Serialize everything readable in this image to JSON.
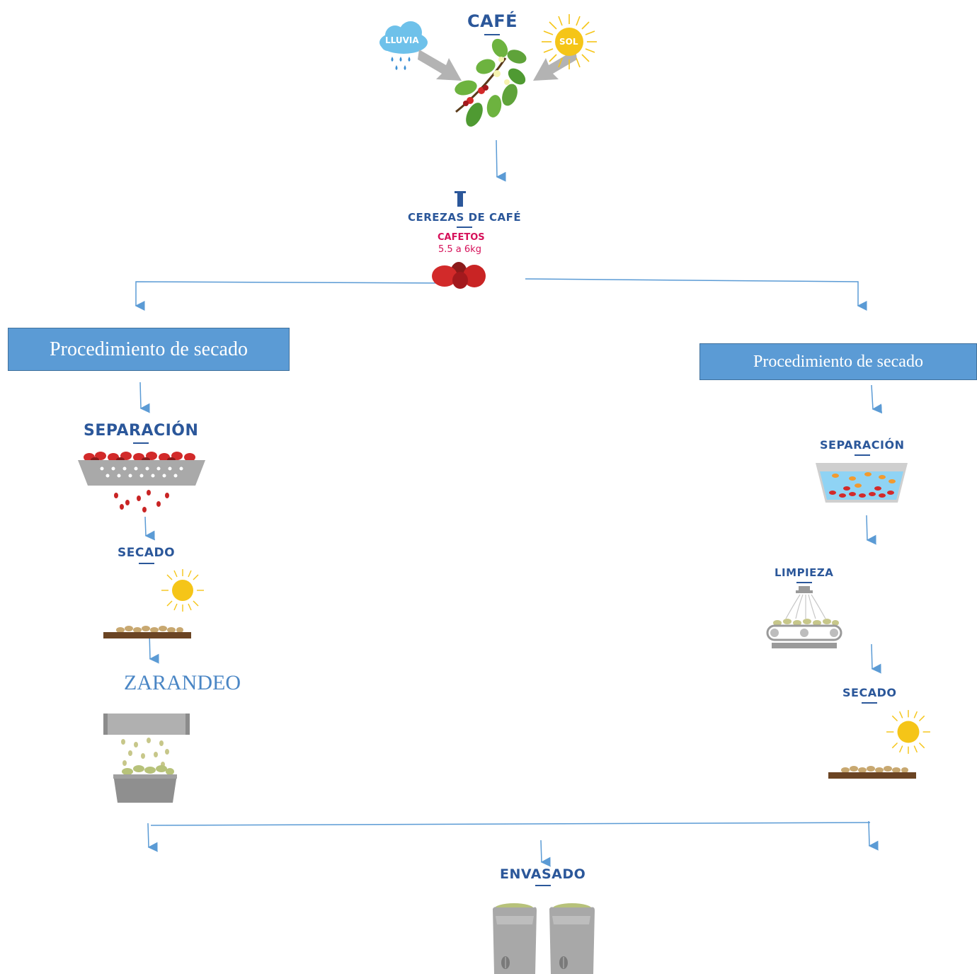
{
  "top": {
    "title": "CAFÉ",
    "rain_label": "LLUVIA",
    "sun_label": "SOL"
  },
  "cherries": {
    "title": "CEREZAS DE CAFÉ",
    "sub_title": "CAFETOS",
    "yield": "5.5 a 6kg"
  },
  "left_branch": {
    "box_label": "Procedimiento de secado",
    "steps": [
      "SEPARACIÓN",
      "SECADO",
      "ZARANDEO"
    ]
  },
  "right_branch": {
    "box_label": "Procedimiento de secado",
    "steps": [
      "SEPARACIÓN",
      "LIMPIEZA",
      "SECADO"
    ]
  },
  "final": {
    "title": "ENVASADO"
  },
  "colors": {
    "arrow": "#5b9bd5",
    "title_blue": "#2b579a",
    "box_fill": "#5b9bd5",
    "cherry_red": "#d22a2a",
    "label_magenta": "#d6115a",
    "sun_yellow": "#f5c518",
    "leaf_green": "#6db33f"
  }
}
